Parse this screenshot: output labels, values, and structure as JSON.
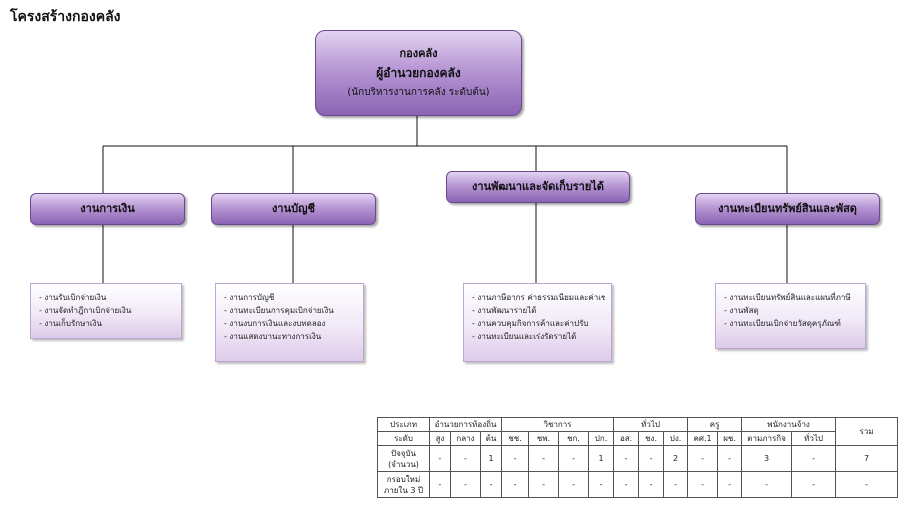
{
  "page_title": "โครงสร้างกองคลัง",
  "top": {
    "line1": "กองคลัง",
    "line2": "ผู้อำนวยกองคลัง",
    "line3": "(นักบริหารงานการคลัง ระดับต้น)"
  },
  "departments": [
    {
      "title": "งานการเงิน",
      "items": [
        "- งานรับเบิกจ่ายเงิน",
        "- งานจัดทำฎีกาเบิกจ่ายเงิน",
        "- งานเก็บรักษาเงิน"
      ]
    },
    {
      "title": "งานบัญชี",
      "items": [
        "- งานการบัญชี",
        "- งานทะเบียนการคุมเบิกจ่ายเงิน",
        "- งานงบการเงินและงบทดลอง",
        "- งานแสดงบานะทางการเงิน"
      ]
    },
    {
      "title": "งานพัฒนาและจัดเก็บรายได้",
      "items": [
        "- งานภาษีอากร ค่าธรรมเนียมและค่าเช่า",
        "- งานพัฒนารายได้",
        "- งานควบคุมกิจการค้าและค่าปรับ",
        "- งานทะเบียนและเร่งรัดรายได้"
      ]
    },
    {
      "title": "งานทะเบียนทรัพย์สินและพัสดุ",
      "items": [
        "- งานทะเบียนทรัพย์สินและแผนที่ภาษี",
        "- งานพัสดุ",
        "- งานทะเบียนเบิกจ่ายวัสดุครุภัณฑ์"
      ]
    }
  ],
  "table": {
    "header_type": "ประเภท",
    "header_level": "ระดับ",
    "groups": [
      "อำนวยการท้องถิ่น",
      "วิชาการ",
      "ทั่วไป",
      "ครู",
      "พนักงานจ้าง",
      "รวม"
    ],
    "levels": [
      "สูง",
      "กลาง",
      "ต้น",
      "ชช.",
      "ชพ.",
      "ชก.",
      "ปก.",
      "อส.",
      "ชง.",
      "ปง.",
      "คศ.1",
      "ผช.",
      "ตามภารกิจ",
      "ทั่วไป"
    ],
    "rows": [
      {
        "label1": "ปัจจุบัน",
        "label2": "(จำนวน)",
        "values": [
          "-",
          "-",
          "1",
          "-",
          "-",
          "-",
          "1",
          "-",
          "-",
          "2",
          "-",
          "-",
          "3",
          "-",
          "7"
        ]
      },
      {
        "label1": "กรอบใหม่",
        "label2": "ภายใน 3 ปี",
        "values": [
          "-",
          "-",
          "-",
          "-",
          "-",
          "-",
          "-",
          "-",
          "-",
          "-",
          "-",
          "-",
          "-",
          "-",
          "-"
        ]
      }
    ]
  },
  "colors": {
    "box_dark": "#8b64b4",
    "box_light": "#e4d3f2",
    "sub_border": "#bda7d1"
  }
}
